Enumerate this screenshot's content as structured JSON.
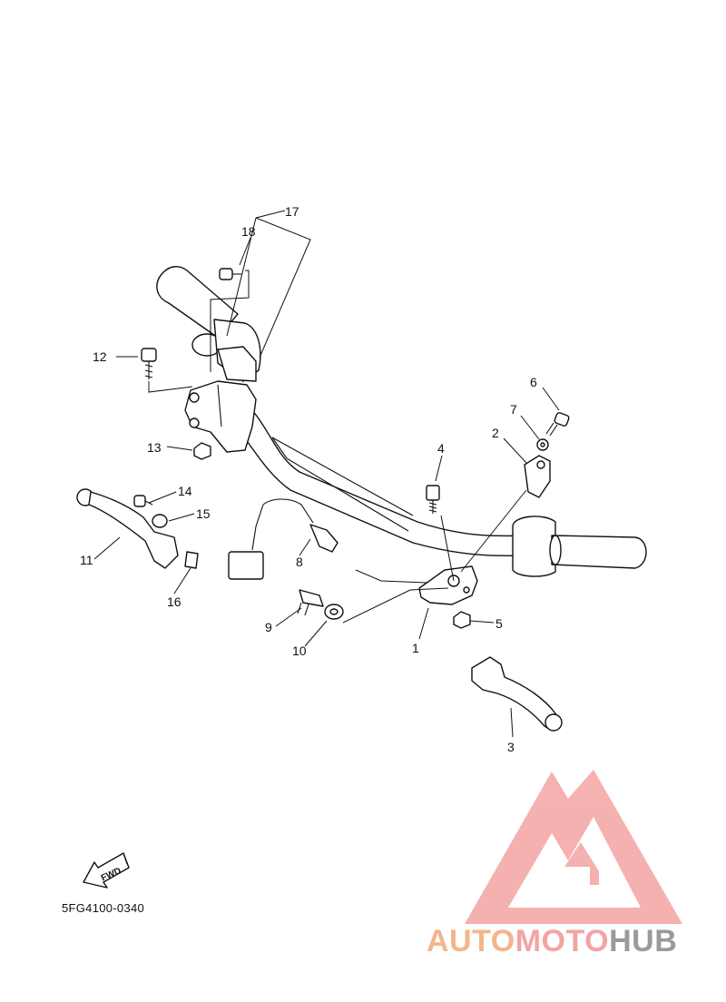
{
  "diagram": {
    "part_code": "5FG4100-0340",
    "fwd_label": "FWD",
    "callouts": [
      "1",
      "2",
      "3",
      "4",
      "5",
      "6",
      "7",
      "8",
      "9",
      "10",
      "11",
      "12",
      "13",
      "14",
      "15",
      "16",
      "17",
      "18"
    ]
  },
  "watermark": {
    "brand_part1": "AUTO",
    "brand_part2": "MOTO",
    "brand_part3": "HUB",
    "colors": {
      "auto": "#f5b48a",
      "moto": "#f4a3a3",
      "hub": "#9a9a9a",
      "logo": "#f4a3a3"
    }
  }
}
